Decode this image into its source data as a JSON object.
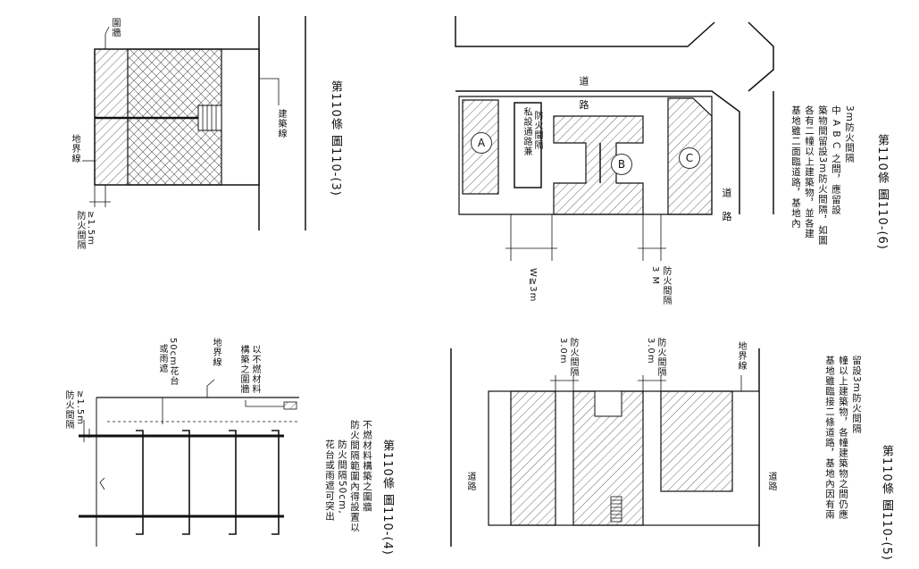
{
  "fig3": {
    "caption": "第110條  圖110-(3)",
    "label_wall": "圍牆",
    "label_boundary": "地界線",
    "label_building_line": "建築線",
    "label_gap_value": "≥1.5m",
    "label_gap_text": "防火間隔"
  },
  "fig4": {
    "caption": "第110條  圖110-(4)",
    "label_gap_value": "≥1.5m",
    "label_gap_text": "防火間隔",
    "label_planter_1": "50cm花台",
    "label_planter_2": "或雨遮",
    "label_boundary": "地界線",
    "label_wall_1": "以不燃材料",
    "label_wall_2": "構築之圍牆",
    "note_1": "花台或雨遮可突出",
    "note_2": "防火間隔50cm,",
    "note_3": "防火間隔範圍內得設置以",
    "note_4": "不燃材料構築之圍牆"
  },
  "fig5": {
    "caption": "第110條  圖110-(5)",
    "label_gap_a": "3.0m",
    "label_gap_a_text": "防火間隔",
    "label_gap_b": "3.0m",
    "label_gap_b_text": "防火間隔",
    "label_boundary": "地界線",
    "label_road_left": "道路",
    "label_road_right": "道路",
    "note_1": "基地雖臨接二條道路，基地內因有兩",
    "note_2": "幢以上建築物，各幢建築物之間仍應",
    "note_3": "留設3m防火間隔"
  },
  "fig6": {
    "caption": "第110條  圖110-(6)",
    "label_road_top": "道  路",
    "label_road_bottom": "道  路",
    "label_private_1": "私設通路兼",
    "label_private_2": "防火間隔",
    "label_w": "W≧3m",
    "label_3m_1": "3 M",
    "label_3m_2": "防火間隔",
    "circle_a": "A",
    "circle_b": "B",
    "circle_c": "C",
    "note_1": "基地雖二面臨道路，基地內",
    "note_2": "各有二幢以上建築物，並各建",
    "note_3": "築物間留設3m防火間隔，如圖",
    "note_4": "中 A B C 之間，應留設",
    "note_5": "3m防火間隔"
  }
}
